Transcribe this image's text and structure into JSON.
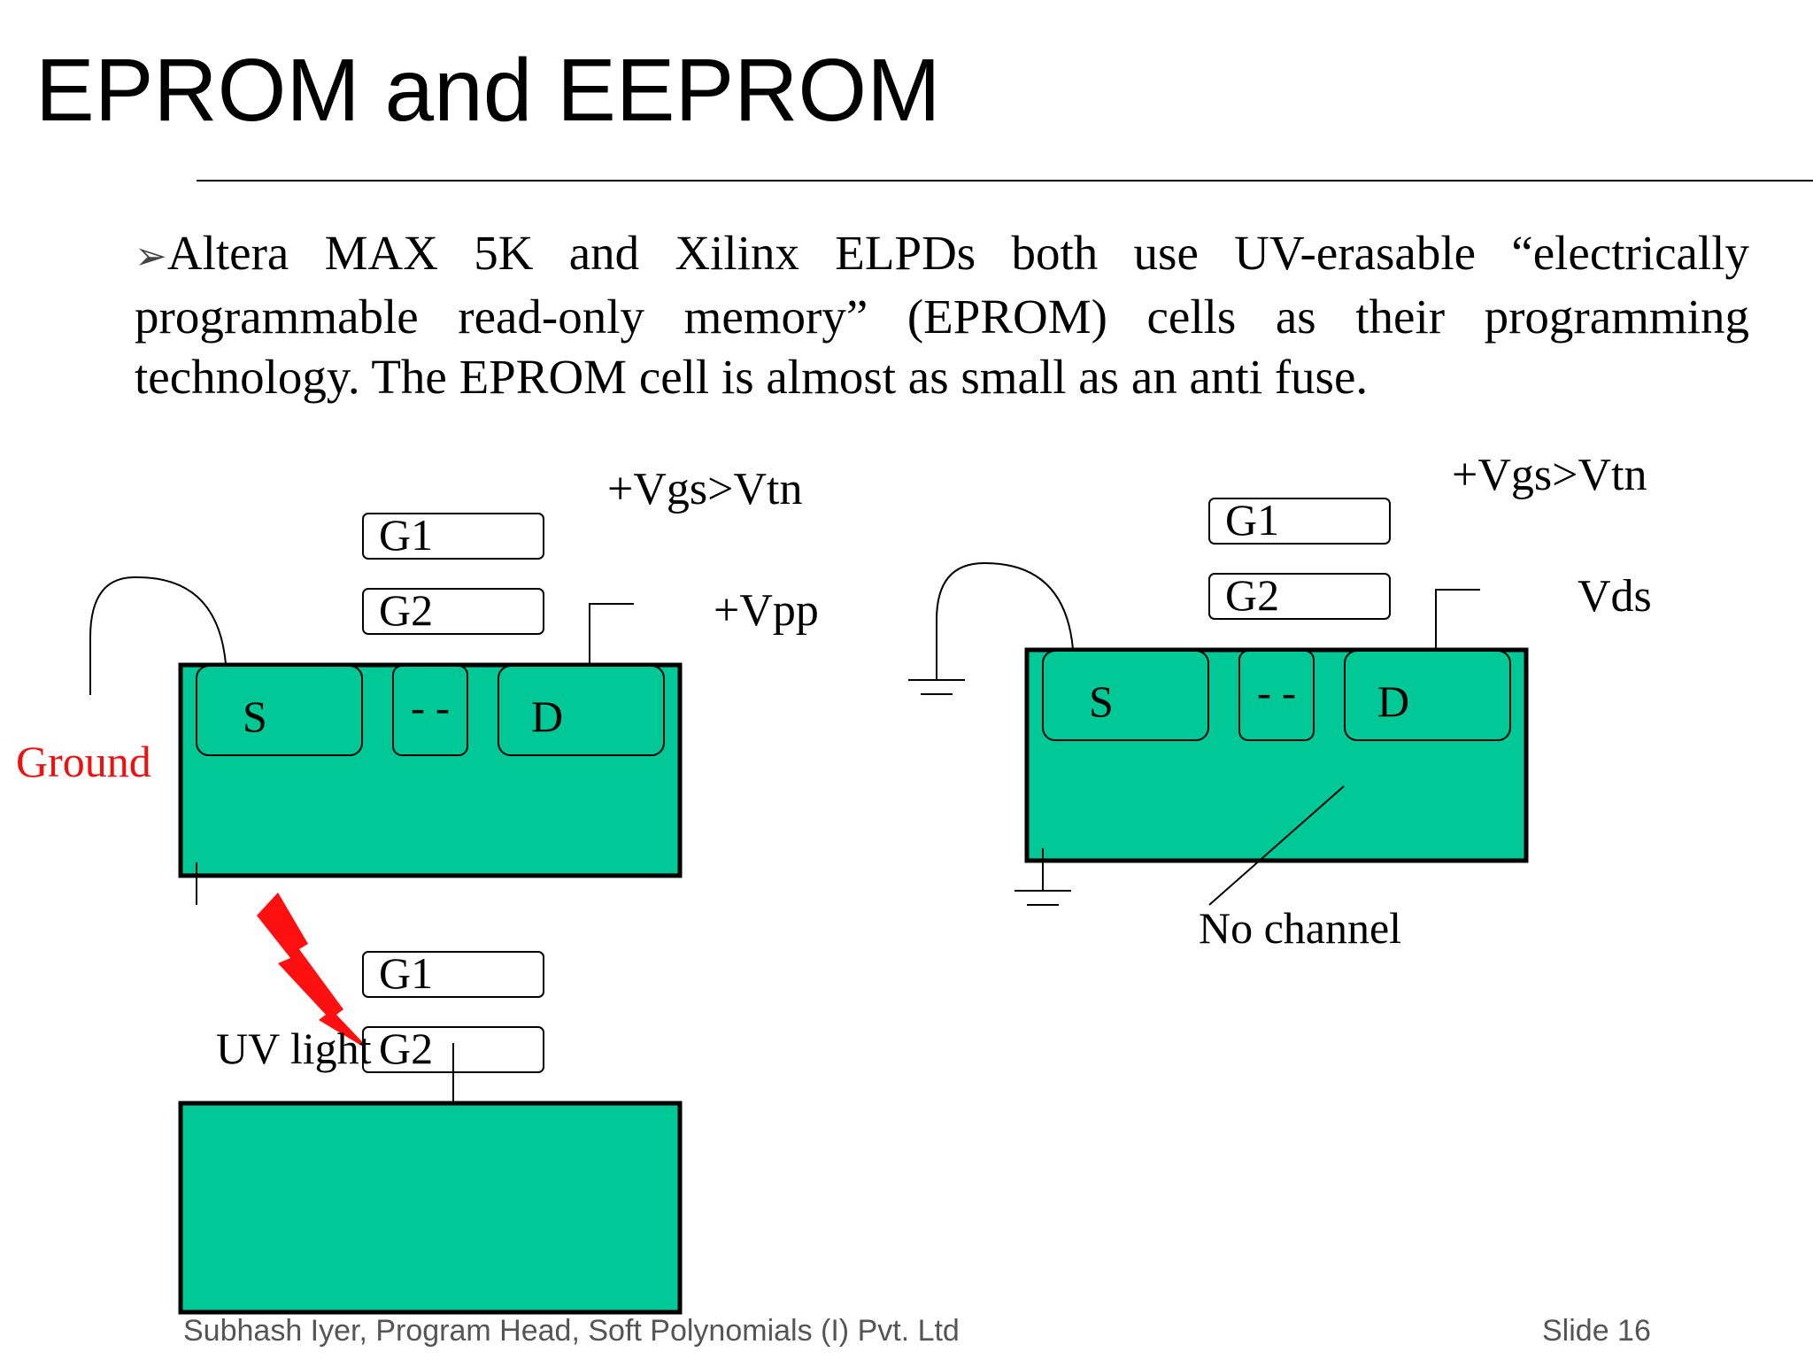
{
  "slide": {
    "title": "EPROM and EEPROM",
    "bullet_text": "Altera MAX 5K and Xilinx ELPDs both use UV-erasable “electrically programmable read-only memory” (EPROM) cells as their programming technology. The EPROM cell is almost as small as an anti fuse.",
    "bullet_icon": "arrow-bullet-icon",
    "footer_left": "Subhash Iyer, Program Head, Soft Polynomials (I) Pvt. Ltd",
    "footer_right": "Slide 16"
  },
  "diagram": {
    "colors": {
      "substrate": "#00c896",
      "ground_label": "#ee1111",
      "lightning": "#ff1010",
      "text": "#000000"
    },
    "left_cell": {
      "gate_voltage": "+Vgs>Vtn",
      "drain_voltage": "+Vpp",
      "gate1": "G1",
      "gate2": "G2",
      "source": "S",
      "channel": "- -",
      "drain": "D",
      "ground_label": "Ground"
    },
    "erase_cell": {
      "gate1": "G1",
      "gate2": "G2",
      "uv_label": "UV light"
    },
    "right_cell": {
      "gate_voltage": "+Vgs>Vtn",
      "drain_voltage": "Vds",
      "gate1": "G1",
      "gate2": "G2",
      "source": "S",
      "channel": "- -",
      "drain": "D",
      "no_channel_label": "No channel"
    }
  }
}
